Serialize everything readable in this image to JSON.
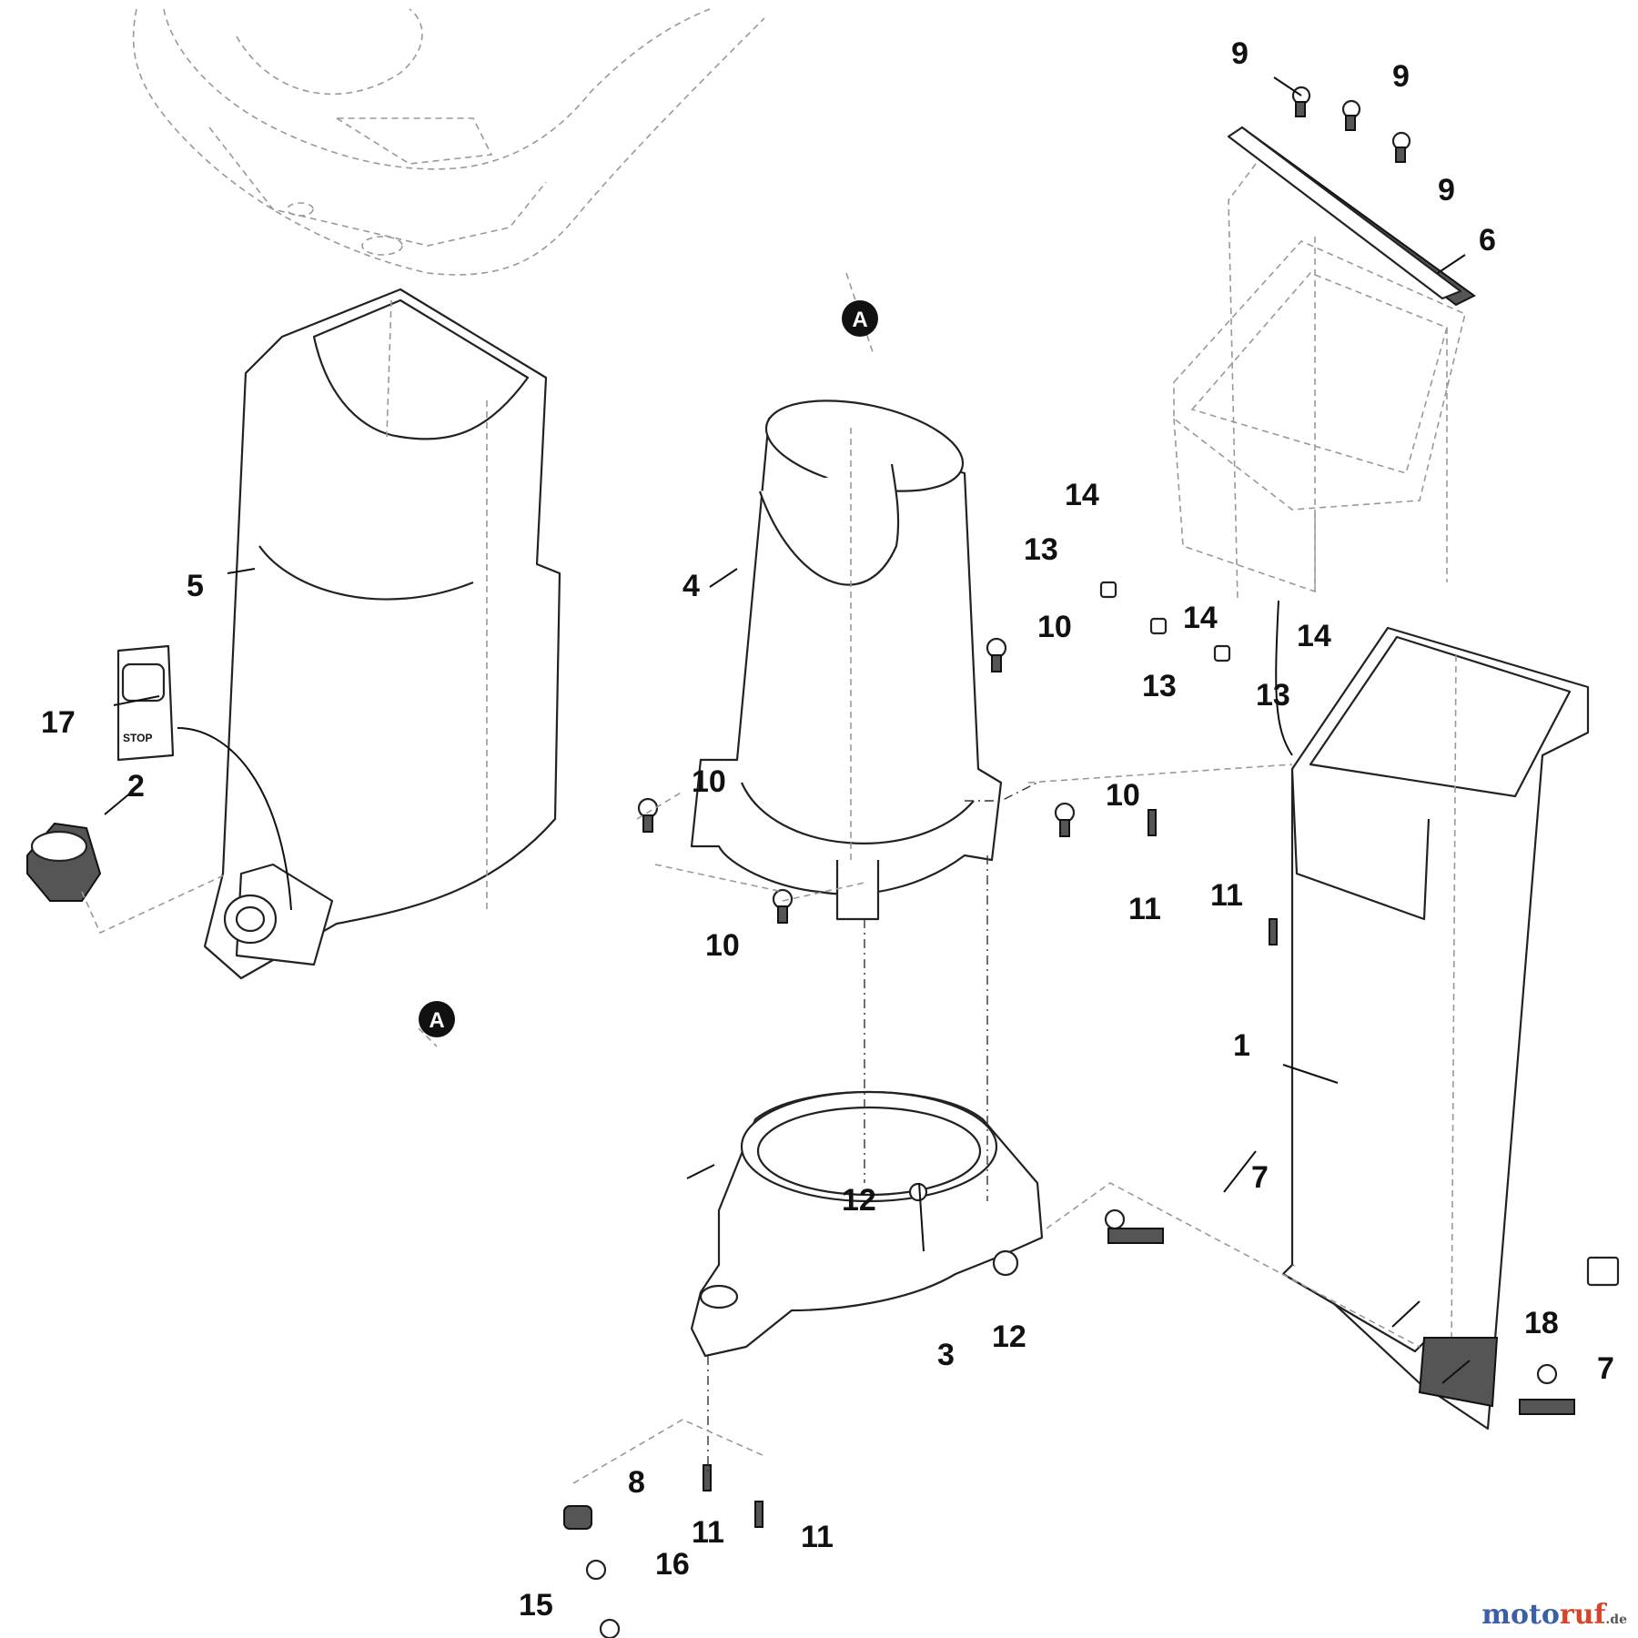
{
  "callouts": {
    "c1": "1",
    "c2": "2",
    "c3": "3",
    "c4": "4",
    "c5": "5",
    "c6": "6",
    "c7": "7",
    "c8": "8",
    "c9": "9",
    "c10": "10",
    "c11": "11",
    "c12": "12",
    "c13": "13",
    "c14": "14",
    "c15": "15",
    "c16": "16",
    "c17": "17",
    "c18": "18"
  },
  "reference_tag": "A",
  "switch_label": "STOP",
  "watermark": {
    "part1": "moto",
    "part2": "ruf",
    "part3": ".de"
  }
}
